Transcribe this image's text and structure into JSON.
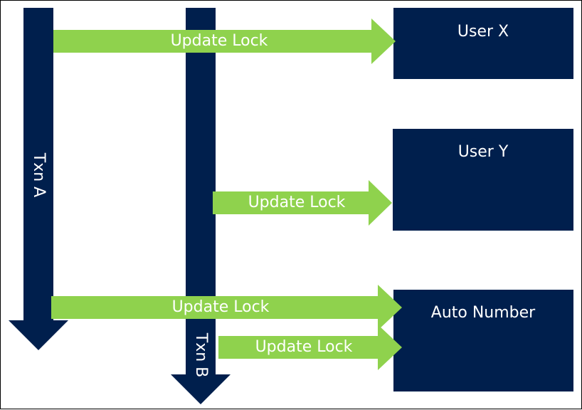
{
  "colors": {
    "navy": "#001f4d",
    "green": "#8fd24d",
    "text": "#ffffff",
    "border": "#000000"
  },
  "entities": {
    "user_x": "User X",
    "user_y": "User Y",
    "auto_number": "Auto Number"
  },
  "transactions": {
    "txn_a": "Txn A",
    "txn_b": "Txn B"
  },
  "locks": {
    "a_user_x": "Update Lock",
    "b_user_y": "Update Lock",
    "a_auto_number": "Update Lock",
    "b_auto_number": "Update Lock"
  }
}
